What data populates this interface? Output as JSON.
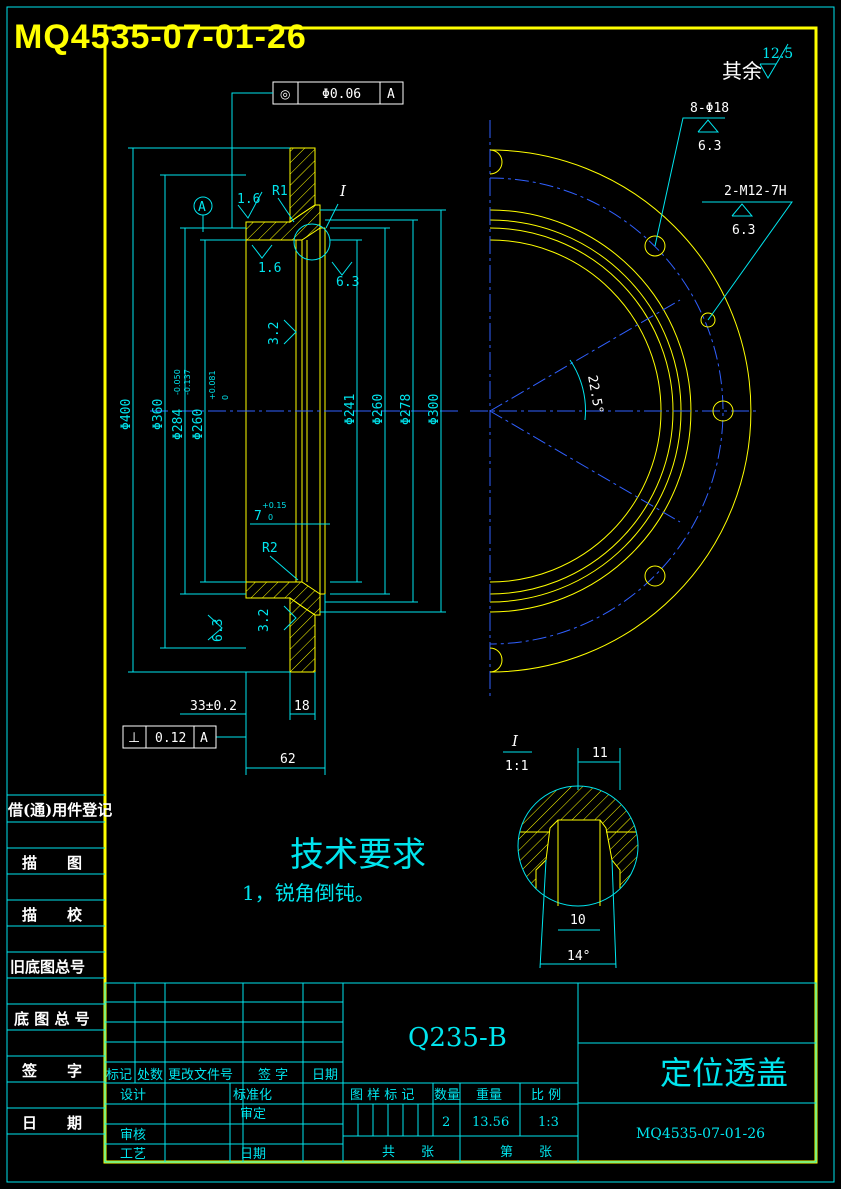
{
  "header": {
    "drawing_number": "MQ4535-07-01-26"
  },
  "roughness_note": {
    "label": "其余",
    "value": "12.5"
  },
  "tolerance_frames": {
    "concentricity": {
      "symbol": "◎",
      "value": "Φ0.06",
      "datum": "A"
    },
    "perpendicularity": {
      "symbol": "⊥",
      "value": "0.12",
      "datum": "A"
    }
  },
  "section_view": {
    "datum_label": "A",
    "roughness": [
      "1.6",
      "1.6",
      "6.3",
      "3.2",
      "3.2",
      "6.3"
    ],
    "fillet_r1": "R1",
    "fillet_r2": "R2",
    "detail_ref": "I",
    "groove": "7",
    "groove_tol_upper": "+0.15",
    "groove_tol_lower": "0",
    "diameters_left": [
      "Φ400",
      "Φ360",
      "Φ284",
      "Φ260"
    ],
    "d284_tol_upper": "-0.050",
    "d284_tol_lower": "-0.137",
    "d260_tol_upper": "+0.081",
    "d260_tol_lower": "0",
    "diameters_right": [
      "Φ241",
      "Φ260",
      "Φ278",
      "Φ300"
    ],
    "dim_33": "33±0.2",
    "dim_18": "18",
    "dim_62": "62"
  },
  "plan_view": {
    "holes_callout": "8-Φ18",
    "holes_roughness": "6.3",
    "thread_callout": "2-M12-7H",
    "thread_roughness": "6.3",
    "angle": "22.5°"
  },
  "detail_view": {
    "label": "I",
    "scale": "1:1",
    "dim_11": "11",
    "dim_10": "10",
    "angle": "14°"
  },
  "tech_req": {
    "title": "技术要求",
    "items": [
      "1，锐角倒钝。"
    ]
  },
  "side_panel": {
    "items": [
      "借(通)用件登记",
      "描　　图",
      "描　　校",
      "旧底图总号",
      "底 图 总 号",
      "签　　字",
      "日　　期"
    ]
  },
  "title_block": {
    "material": "Q235-B",
    "part_name": "定位透盖",
    "drawing_number": "MQ4535-07-01-26",
    "rev_headers": [
      "标记",
      "处数",
      "更改文件号",
      "签 字",
      "日期"
    ],
    "roles": {
      "design": "设计",
      "standardize": "标准化",
      "review": "审定",
      "check": "审核",
      "process": "工艺",
      "date": "日期"
    },
    "attr_headers": [
      "图 样 标 记",
      "数量",
      "重量",
      "比 例"
    ],
    "quantity": "2",
    "weight": "13.56",
    "scale": "1:3",
    "sheets_total": "共　　张",
    "sheet_number": "第　　张"
  }
}
